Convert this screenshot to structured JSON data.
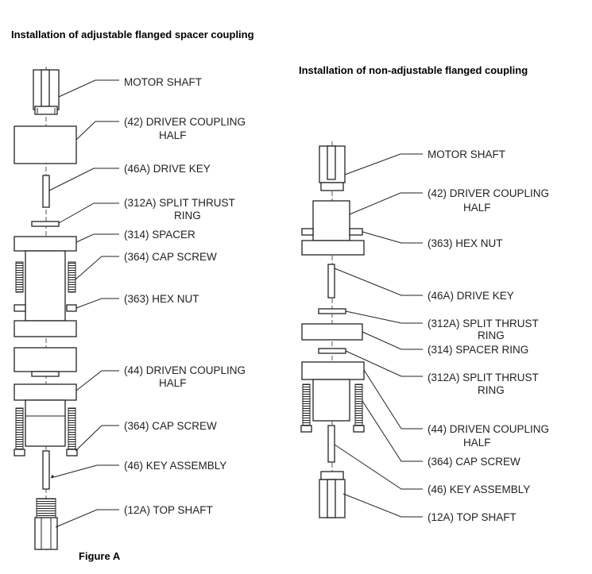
{
  "titles": {
    "left": "Installation of adjustable flanged spacer coupling",
    "right": "Installation of non-adjustable flanged coupling",
    "figure": "Figure A"
  },
  "left_labels": {
    "motor_shaft": "MOTOR SHAFT",
    "driver_coupling_1": "(42) DRIVER COUPLING",
    "driver_coupling_2": "HALF",
    "drive_key": "(46A) DRIVE KEY",
    "split_thrust_1": "(312A) SPLIT THRUST",
    "split_thrust_2": "RING",
    "spacer": "(314) SPACER",
    "cap_screw_top": "(364) CAP SCREW",
    "hex_nut": "(363) HEX NUT",
    "driven_coupling_1": "(44) DRIVEN COUPLING",
    "driven_coupling_2": "HALF",
    "cap_screw_bottom": "(364) CAP SCREW",
    "key_assembly": "(46) KEY ASSEMBLY",
    "top_shaft": "(12A) TOP SHAFT"
  },
  "right_labels": {
    "motor_shaft": "MOTOR SHAFT",
    "driver_coupling_1": "(42) DRIVER COUPLING",
    "driver_coupling_2": "HALF",
    "hex_nut": "(363) HEX NUT",
    "drive_key": "(46A) DRIVE KEY",
    "split_thrust_a_1": "(312A) SPLIT THRUST",
    "split_thrust_a_2": "RING",
    "spacer_ring": "(314) SPACER RING",
    "split_thrust_b_1": "(312A) SPLIT THRUST",
    "split_thrust_b_2": "RING",
    "driven_coupling_1": "(44) DRIVEN COUPLING",
    "driven_coupling_2": "HALF",
    "cap_screw": "(364) CAP SCREW",
    "key_assembly": "(46) KEY ASSEMBLY",
    "top_shaft": "(12A) TOP SHAFT"
  }
}
